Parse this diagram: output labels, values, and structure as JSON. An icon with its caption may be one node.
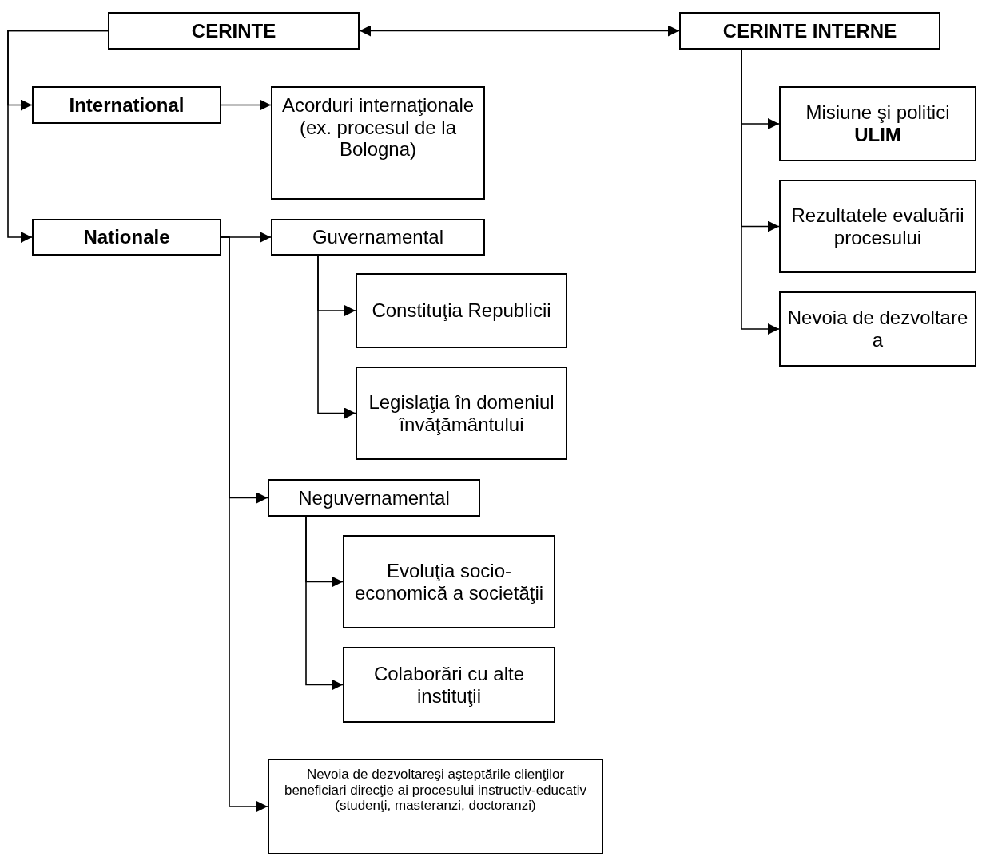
{
  "diagram": {
    "nodes": [
      {
        "text": [
          "CERINTE"
        ]
      },
      {
        "text": [
          "CERINTE INTERNE"
        ]
      },
      {
        "text": [
          "International"
        ]
      },
      {
        "text": [
          "Acorduri internaţionale (ex. procesul de la Bologna)"
        ]
      },
      {
        "text": [
          "Nationale"
        ]
      },
      {
        "text": [
          "Guvernamental"
        ]
      },
      {
        "text": [
          "Constituţia Republicii"
        ]
      },
      {
        "text": [
          "Legislaţia în domeniul învăţământului"
        ]
      },
      {
        "text": [
          "Neguvernamental"
        ]
      },
      {
        "text": [
          "Evoluţia socio-economică a societăţii"
        ]
      },
      {
        "text": [
          "Colaborări cu alte instituţii"
        ]
      },
      {
        "text": [
          "Nevoia de dezvoltareşi aşteptările clienţilor beneficiari direcţie ai procesului instructiv-educativ (studenţi, masteranzi, doctoranzi)"
        ]
      },
      {
        "text": [
          "Misiune şi politici  **ULIM**"
        ]
      },
      {
        "text": [
          "Rezultatele evaluării procesului"
        ]
      },
      {
        "text": [
          "Nevoia de dezvoltare a"
        ]
      }
    ],
    "edges": [
      {
        "from": 0,
        "to": 1,
        "arrow": "both"
      },
      {
        "from": 0,
        "to": 2,
        "arrow": "to"
      },
      {
        "from": 0,
        "to": 4,
        "arrow": "to"
      },
      {
        "from": 2,
        "to": 3,
        "arrow": "to"
      },
      {
        "from": 4,
        "to": 5,
        "arrow": "to"
      },
      {
        "from": 4,
        "to": 8,
        "arrow": "to"
      },
      {
        "from": 4,
        "to": 11,
        "arrow": "to"
      },
      {
        "from": 5,
        "to": 6,
        "arrow": "to"
      },
      {
        "from": 5,
        "to": 7,
        "arrow": "to"
      },
      {
        "from": 8,
        "to": 9,
        "arrow": "to"
      },
      {
        "from": 8,
        "to": 10,
        "arrow": "to"
      },
      {
        "from": 1,
        "to": 12,
        "arrow": "to"
      },
      {
        "from": 1,
        "to": 13,
        "arrow": "to"
      },
      {
        "from": 1,
        "to": 14,
        "arrow": "to"
      }
    ]
  }
}
